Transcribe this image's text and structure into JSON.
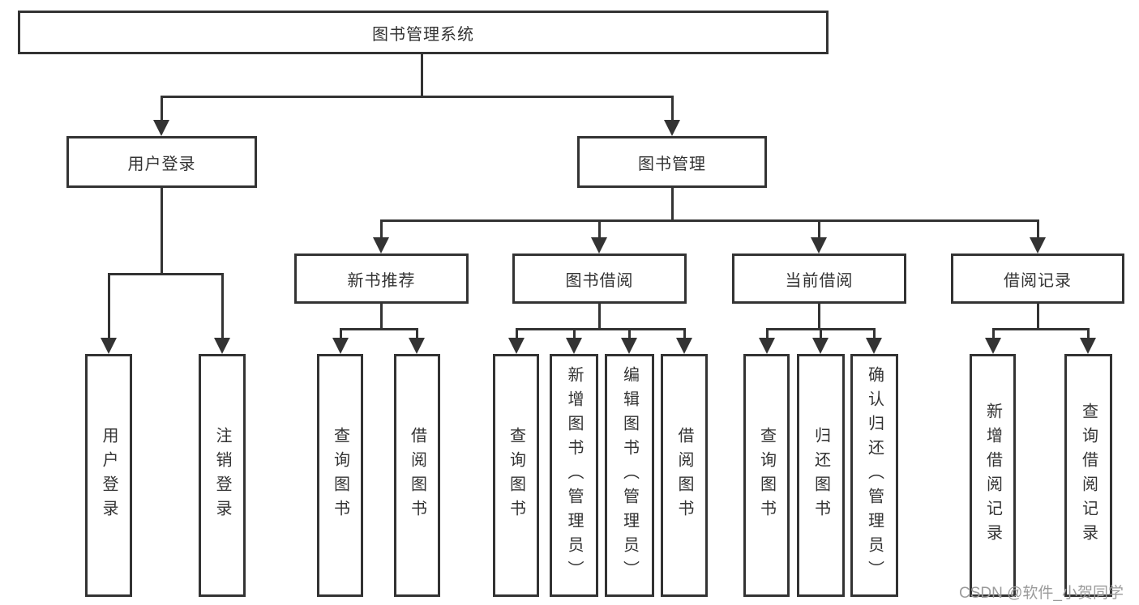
{
  "diagram_title": "图书管理系统",
  "colors": {
    "line": "#333333",
    "text": "#333333",
    "box-bg": "#ffffff",
    "background": "#ffffff",
    "watermark": "#9b9b9b"
  },
  "nodes": {
    "root": {
      "label": "图书管理系统"
    },
    "user_login": {
      "label": "用户登录"
    },
    "book_management": {
      "label": "图书管理"
    },
    "new_book_recommend": {
      "label": "新书推荐"
    },
    "book_borrow": {
      "label": "图书借阅"
    },
    "current_borrow": {
      "label": "当前借阅"
    },
    "borrow_records": {
      "label": "借阅记录"
    },
    "user_login_leaf": {
      "label": "用户登录"
    },
    "logout_leaf": {
      "label": "注销登录"
    },
    "nb_query_book": {
      "label": "查询图书"
    },
    "nb_borrow_book": {
      "label": "借阅图书"
    },
    "bb_query_book": {
      "label": "查询图书"
    },
    "bb_add_book": {
      "label": "新增图书（管理员）"
    },
    "bb_edit_book": {
      "label": "编辑图书（管理员）"
    },
    "bb_borrow_book": {
      "label": "借阅图书"
    },
    "cb_query_book": {
      "label": "查询图书"
    },
    "cb_return_book": {
      "label": "归还图书"
    },
    "cb_confirm_return": {
      "label": "确认归还（管理员）"
    },
    "br_add_record": {
      "label": "新增借阅记录"
    },
    "br_query_record": {
      "label": "查询借阅记录"
    }
  },
  "structure": {
    "root": [
      "user_login",
      "book_management"
    ],
    "user_login": [
      "user_login_leaf",
      "logout_leaf"
    ],
    "book_management": [
      "new_book_recommend",
      "book_borrow",
      "current_borrow",
      "borrow_records"
    ],
    "new_book_recommend": [
      "nb_query_book",
      "nb_borrow_book"
    ],
    "book_borrow": [
      "bb_query_book",
      "bb_add_book",
      "bb_edit_book",
      "bb_borrow_book"
    ],
    "current_borrow": [
      "cb_query_book",
      "cb_return_book",
      "cb_confirm_return"
    ],
    "borrow_records": [
      "br_add_record",
      "br_query_record"
    ]
  },
  "watermark": {
    "text": "CSDN @软件_小贺同学"
  }
}
